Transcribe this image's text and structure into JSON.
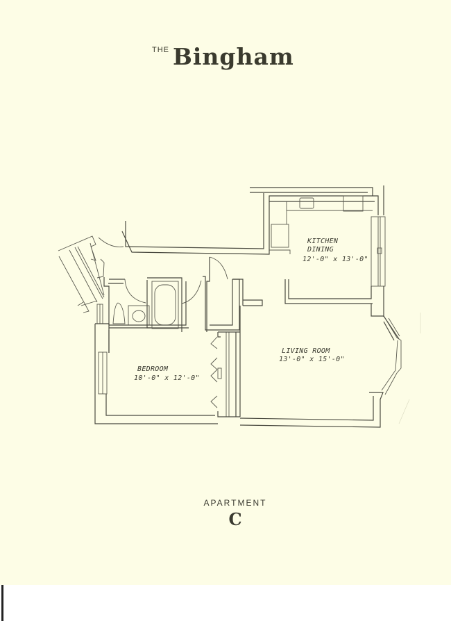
{
  "header": {
    "prefix": "THE",
    "building_name": "Bingham"
  },
  "rooms": [
    {
      "name": "KITCHEN",
      "name2": "DINING",
      "dimensions": "12'-0\" x 13'-0\""
    },
    {
      "name": "LIVING ROOM",
      "dimensions": "13'-0\" x 15'-0\""
    },
    {
      "name": "BEDROOM",
      "dimensions": "10'-0\" x 12'-0\""
    }
  ],
  "footer": {
    "label": "APARTMENT",
    "unit": "C"
  },
  "colors": {
    "paper": "#fdfde6",
    "ink": "#3a3a2e"
  }
}
